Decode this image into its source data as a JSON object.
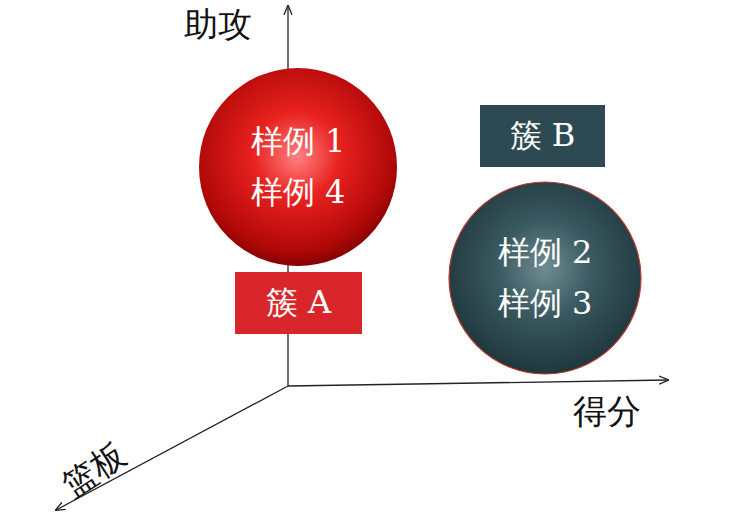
{
  "diagram": {
    "nodes": [
      {
        "text": [
          "样例 1",
          "样例 4"
        ]
      },
      {
        "text": [
          "簇 A"
        ]
      },
      {
        "text": [
          "簇 B"
        ]
      },
      {
        "text": [
          "样例 2",
          "样例 3"
        ]
      }
    ],
    "labels": [
      "助攻",
      "得分",
      "篮板"
    ]
  }
}
